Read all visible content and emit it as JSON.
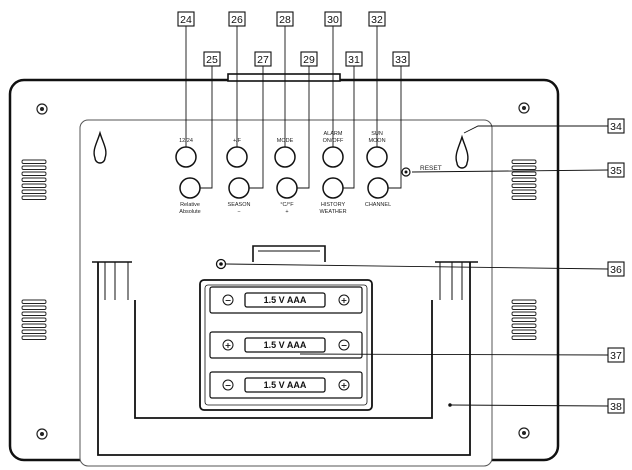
{
  "callouts": [
    "24",
    "25",
    "26",
    "27",
    "28",
    "29",
    "30",
    "31",
    "32",
    "33",
    "34",
    "35",
    "36",
    "37",
    "38"
  ],
  "buttons_top": {
    "b24": [
      "12/24"
    ],
    "b26": [
      "+/F"
    ],
    "b28": [
      "MODE"
    ],
    "b30": [
      "ALARM",
      "ON/OFF"
    ],
    "b32": [
      "SUN",
      "MOON"
    ]
  },
  "buttons_bottom": {
    "b25": [
      "Relative",
      "Absolute"
    ],
    "b27": [
      "SEASON",
      "−"
    ],
    "b29": [
      "°C/°F",
      "+"
    ],
    "b31": [
      "HISTORY",
      "WEATHER"
    ],
    "b33": [
      "CHANNEL"
    ]
  },
  "reset_label": "RESET",
  "battery": {
    "label": "1.5 V  AAA",
    "plus": "+",
    "minus": "−"
  }
}
